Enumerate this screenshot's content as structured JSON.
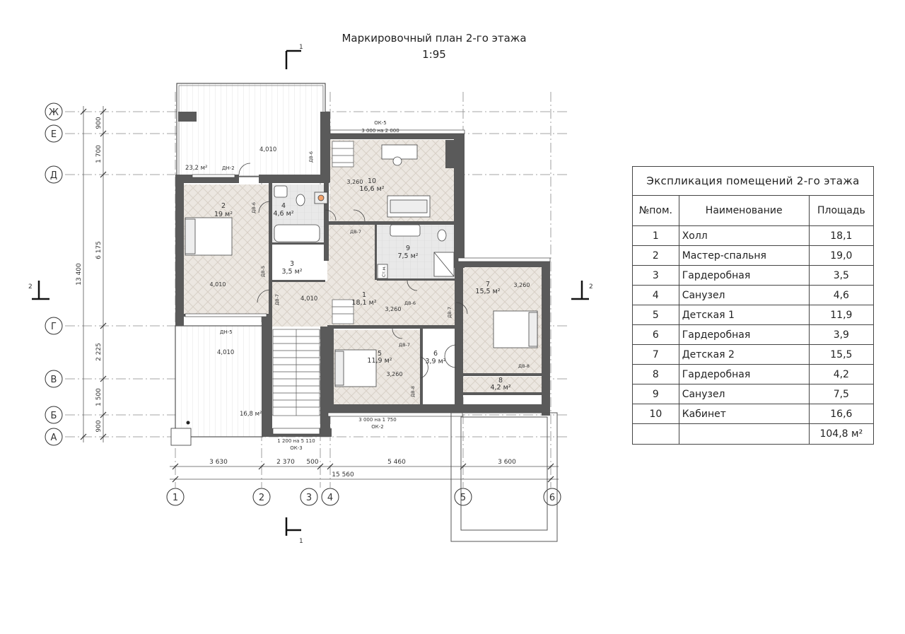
{
  "title": "Маркировочный план 2-го этажа",
  "scale": "1:95",
  "section_marks": {
    "top": "1",
    "bottom": "1",
    "left": "2",
    "right": "2"
  },
  "axes_rows": [
    "Ж",
    "Е",
    "Д",
    "Г",
    "В",
    "Б",
    "А"
  ],
  "axes_cols": [
    "1",
    "2",
    "3",
    "4",
    "5",
    "6"
  ],
  "dim_left": {
    "total": "13 400",
    "segments": [
      "900",
      "1 700",
      "6 175",
      "2 225",
      "1 500",
      "900"
    ]
  },
  "dim_bottom": {
    "segments": [
      "3 630",
      "2 370",
      "500",
      "5 460",
      "3 600"
    ],
    "total": "15 560"
  },
  "rooms": [
    {
      "no": "1",
      "area": "18,1 м²",
      "level": "3,260"
    },
    {
      "no": "2",
      "area": "19 м²",
      "level": "4,010"
    },
    {
      "no": "3",
      "area": "3,5 м²"
    },
    {
      "no": "4",
      "area": "4,6 м²"
    },
    {
      "no": "5",
      "area": "11,9 м²",
      "level": "3,260"
    },
    {
      "no": "6",
      "area": "3,9 м²"
    },
    {
      "no": "7",
      "area": "15,5 м²",
      "level": "3,260"
    },
    {
      "no": "8",
      "area": "4,2 м²"
    },
    {
      "no": "9",
      "area": "7,5 м²"
    },
    {
      "no": "10",
      "area": "16,6 м²",
      "level": "3,260"
    }
  ],
  "terraces": [
    {
      "area": "23,2 м²",
      "level": "4,010",
      "door": "ДН-2"
    },
    {
      "area": "16,8 м²",
      "level": "4,010",
      "door": "ДН-5"
    }
  ],
  "corridor_level": "4,010",
  "windows": [
    {
      "mark": "ОК-5",
      "size": "3 000 на 2 000"
    },
    {
      "mark": "ОК-2",
      "size": "3 000 на 1 750"
    },
    {
      "mark": "ОК-3",
      "size": "1 200 на 5 110"
    }
  ],
  "doors": [
    "ДВ-6",
    "ДВ-6",
    "ДВ-5",
    "ДВ-7",
    "ДВ-7",
    "ДВ-7",
    "ДВ-6",
    "ДВ-7",
    "ДВ-8",
    "ДВ-8"
  ],
  "misc": {
    "closet_label": "Ст.м."
  },
  "explication": {
    "caption": "Экспликация помещений 2-го этажа",
    "headers": [
      "№пом.",
      "Наименование",
      "Площадь"
    ],
    "rows": [
      {
        "no": "1",
        "name": "Холл",
        "area": "18,1"
      },
      {
        "no": "2",
        "name": "Мастер-спальня",
        "area": "19,0"
      },
      {
        "no": "3",
        "name": "Гардеробная",
        "area": "3,5"
      },
      {
        "no": "4",
        "name": "Санузел",
        "area": "4,6"
      },
      {
        "no": "5",
        "name": "Детская 1",
        "area": "11,9"
      },
      {
        "no": "6",
        "name": "Гардеробная",
        "area": "3,9"
      },
      {
        "no": "7",
        "name": "Детская 2",
        "area": "15,5"
      },
      {
        "no": "8",
        "name": "Гардеробная",
        "area": "4,2"
      },
      {
        "no": "9",
        "name": "Санузел",
        "area": "7,5"
      },
      {
        "no": "10",
        "name": "Кабинет",
        "area": "16,6"
      }
    ],
    "total": "104,8 м²"
  },
  "colors": {
    "wall": "#5a5a5a",
    "floor": "#ece7e1",
    "grid": "#777777",
    "ink": "#222222"
  }
}
